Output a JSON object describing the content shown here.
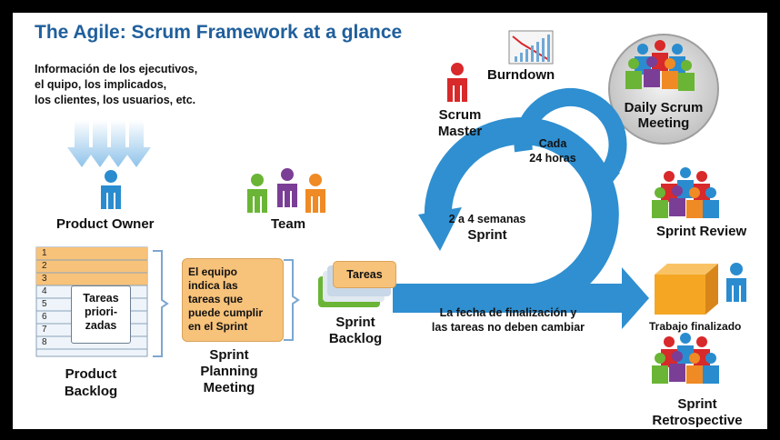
{
  "title": "The Agile: Scrum Framework at a glance",
  "inputs": {
    "lines": [
      "Información de los ejecutivos,",
      "el quipo, los implicados,",
      "los clientes, los usuarios, etc."
    ]
  },
  "roles": {
    "product_owner": "Product Owner",
    "team": "Team",
    "scrum_master": [
      "Scrum",
      "Master"
    ]
  },
  "artifacts": {
    "burndown": "Burndown",
    "product_backlog": {
      "rows": [
        "1",
        "2",
        "3",
        "4",
        "5",
        "6",
        "7",
        "8"
      ],
      "card": [
        "Tareas",
        "priori-",
        "zadas"
      ],
      "label": [
        "Product",
        "Backlog"
      ]
    },
    "sprint_planning": {
      "card": [
        "El equipo",
        "indica las",
        "tareas que",
        "puede cumplir",
        "en el Sprint"
      ],
      "label": [
        "Sprint",
        "Planning",
        "Meeting"
      ]
    },
    "sprint_backlog": {
      "card": "Tareas",
      "label": [
        "Sprint",
        "Backlog"
      ]
    }
  },
  "cycles": {
    "daily_meeting": [
      "Daily Scrum",
      "Meeting"
    ],
    "daily_cycle": [
      "Cada",
      "24 horas"
    ],
    "sprint_cycle": [
      "2 a 4 semanas",
      "Sprint"
    ]
  },
  "notes": {
    "fixed": [
      "La fecha de finalización y",
      "las tareas no deben cambiar"
    ]
  },
  "outcomes": {
    "sprint_review": "Sprint Review",
    "trabajo": "Trabajo finalizado",
    "retrospective": [
      "Sprint",
      "Retrospective"
    ]
  },
  "colors": {
    "title_blue": "#1f5f9c",
    "arrow_blue": "#2f8fd0",
    "person_blue": "#2a8ccf",
    "person_red": "#d8292b",
    "person_green": "#6ab535",
    "person_purple": "#7b3e96",
    "person_orange": "#f08a24",
    "card_orange": "#f7c27a",
    "box_orange": "#f5a623"
  }
}
